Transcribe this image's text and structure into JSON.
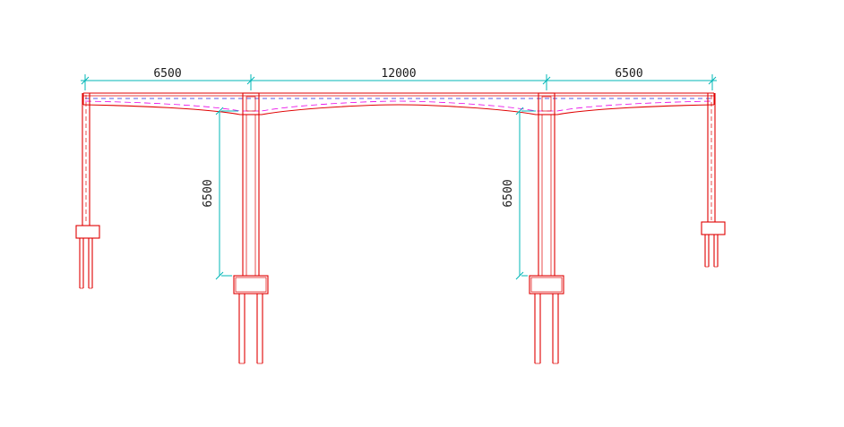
{
  "drawing": {
    "type": "cad-elevation",
    "description": "Bridge elevation view with two main piers on pile foundations, two end columns, deck with tendon profile, and span / height dimensions",
    "colors": {
      "structure": "#e00000",
      "dimension": "#00b7b7",
      "text": "#1a1a1a",
      "tendon_magenta": "#e800e8",
      "tendon_blue": "#2222dd"
    },
    "dimensions": {
      "span_left": "6500",
      "span_middle": "12000",
      "span_right": "6500",
      "pier_height_left": "6500",
      "pier_height_right": "6500"
    }
  }
}
